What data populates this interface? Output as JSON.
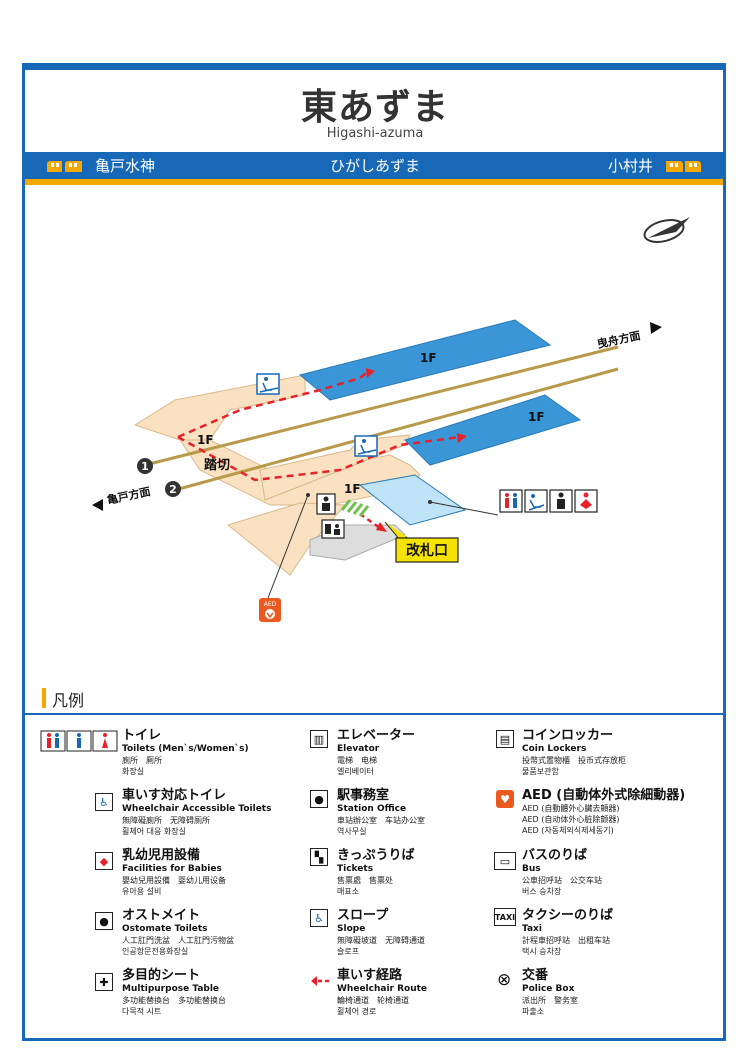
{
  "station": {
    "name": "東あずま",
    "romaji": "Higashi-azuma",
    "kana": "ひがしあずま",
    "prev_station": "亀戸水神",
    "next_station": "小村井"
  },
  "colors": {
    "line_blue": "#1769b8",
    "line_orange": "#f6a800",
    "platform_blue": "#3a96d6",
    "floor_beige": "#f9e1c1",
    "track_gold": "#b89a4a",
    "route_red": "#e8212a"
  },
  "map": {
    "floor_labels": [
      "1F",
      "1F",
      "1F",
      "1F"
    ],
    "crossing": "踏切",
    "track_numbers": [
      "1",
      "2"
    ],
    "direction_left": "亀戸方面",
    "direction_right": "曳舟方面",
    "ticket_gate": "改札口",
    "aed_label": "AED"
  },
  "legend": {
    "heading": "凡例",
    "items": [
      {
        "jp": "トイレ",
        "en": "Toilets (Men`s/Women`s)",
        "sub": "廁所　厠所\n화장실",
        "icon": "toilet-icon"
      },
      {
        "jp": "車いす対応トイレ",
        "en": "Wheelchair Accessible Toilets",
        "sub": "無障礙廁所　无障碍厕所\n휠체어 대응 화장실",
        "icon": "wheelchair-icon"
      },
      {
        "jp": "乳幼児用設備",
        "en": "Facilities for Babies",
        "sub": "嬰幼兒用設備　婴幼儿用设备\n유아용 설비",
        "icon": "baby-icon"
      },
      {
        "jp": "オストメイト",
        "en": "Ostomate Toilets",
        "sub": "人工肛門洗盆　人工肛門污物盆\n인공항문전용화장실",
        "icon": "ostomate-icon"
      },
      {
        "jp": "多目的シート",
        "en": "Multipurpose Table",
        "sub": "多功能替換台　多功能替换台\n다목적 시트",
        "icon": "multipurpose-table-icon"
      },
      {
        "jp": "エレベーター",
        "en": "Elevator",
        "sub": "電梯　电梯\n엘리베이터",
        "icon": "elevator-icon"
      },
      {
        "jp": "駅事務室",
        "en": "Station Office",
        "sub": "車站辦公室　车站办公室\n역사무실",
        "icon": "station-office-icon"
      },
      {
        "jp": "きっぷうりば",
        "en": "Tickets",
        "sub": "售票處　售票处\n매표소",
        "icon": "tickets-icon"
      },
      {
        "jp": "スロープ",
        "en": "Slope",
        "sub": "無障礙坡道　无障碍通道\n슬로프",
        "icon": "slope-icon"
      },
      {
        "jp": "車いす経路",
        "en": "Wheelchair Route",
        "sub": "輪椅通道　轮椅通道\n휠체어 경로",
        "icon": "wheelchair-route-icon"
      },
      {
        "jp": "コインロッカー",
        "en": "Coin Lockers",
        "sub": "投幣式置物櫃　投币式存放柜\n물품보관함",
        "icon": "coin-locker-icon"
      },
      {
        "jp": "AED (自動体外式除細動器)",
        "en": "",
        "sub": "AED (自動體外心臟去顫器)\nAED (自动体外心脏除颤器)\nAED (자동체외식제세동기)",
        "icon": "aed-icon"
      },
      {
        "jp": "バスのりば",
        "en": "Bus",
        "sub": "公車招呼站　公交车站\n버스 승차장",
        "icon": "bus-icon"
      },
      {
        "jp": "タクシーのりば",
        "en": "Taxi",
        "sub": "計程車招呼站　出租车站\n택시 승차장",
        "icon": "taxi-icon"
      },
      {
        "jp": "交番",
        "en": "Police Box",
        "sub": "派出所　警务室\n파출소",
        "icon": "police-box-icon"
      }
    ]
  }
}
